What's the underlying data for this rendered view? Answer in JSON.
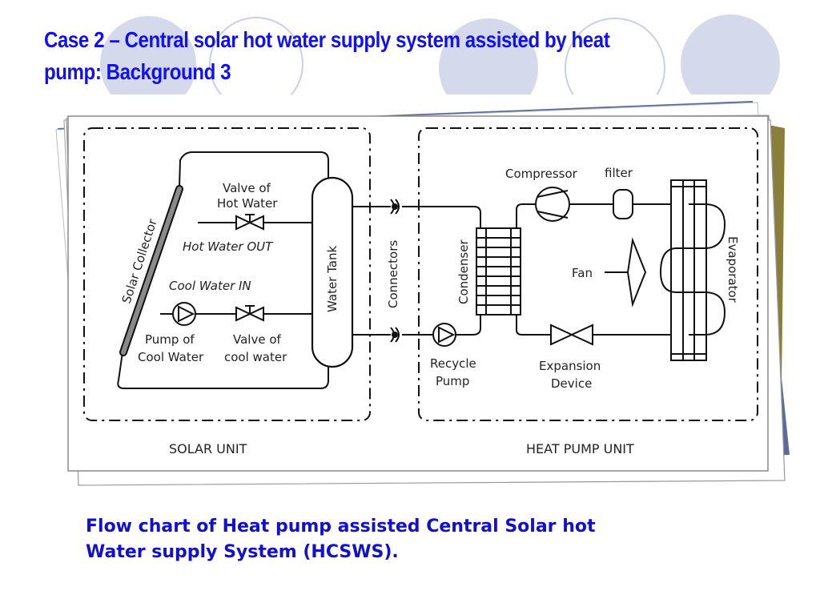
{
  "slide": {
    "title_line1": "Case 2 –  Central solar hot water supply system assisted by heat",
    "title_line2": "pump: Background 3",
    "caption_line1": "Flow chart of Heat pump assisted Central Solar hot",
    "caption_line2": "Water supply System (HCSWS)."
  },
  "diagram": {
    "units": {
      "solar": "SOLAR UNIT",
      "heat_pump": "HEAT PUMP UNIT"
    },
    "labels": {
      "solar_collector": "Solar Collector",
      "valve_hot_1": "Valve of",
      "valve_hot_2": "Hot Water",
      "hot_water_out": "Hot Water OUT",
      "cool_water_in": "Cool Water IN",
      "pump_cool_1": "Pump of",
      "pump_cool_2": "Cool Water",
      "valve_cool_1": "Valve of",
      "valve_cool_2": "cool water",
      "water_tank": "Water Tank",
      "connectors": "Connectors",
      "condenser": "Condenser",
      "recycle_pump_1": "Recycle",
      "recycle_pump_2": "Pump",
      "compressor": "Compressor",
      "filter": "filter",
      "fan": "Fan",
      "expansion_1": "Expansion",
      "expansion_2": "Device",
      "evaporator": "Evaporator"
    }
  }
}
